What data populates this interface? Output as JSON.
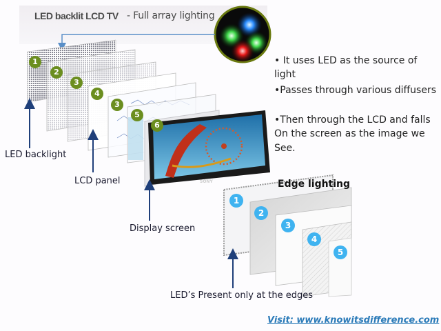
{
  "header": {
    "title": "LED backlit LCD TV",
    "subtitle": "- Full array lighting"
  },
  "bullets": [
    "• It uses LED as the source of light",
    "•Passes through various diffusers",
    "•Then through the LCD and falls",
    "On the screen as the image we",
    "See."
  ],
  "full_array": {
    "layer_numbers": [
      "1",
      "2",
      "3",
      "4",
      "3",
      "5",
      "6"
    ],
    "labels": {
      "led_backlight": "LED backlight",
      "lcd_panel": "LCD panel",
      "display_screen": "Display screen"
    },
    "tv_brand": "SONY"
  },
  "edge": {
    "title": "Edge lighting",
    "layer_numbers": [
      "1",
      "2",
      "3",
      "4",
      "5"
    ],
    "label": "LED’s Present only at the edges"
  },
  "footer": {
    "link": "Visit: www.knowitsdifference.com"
  },
  "colors": {
    "arrow": "#1f3f7a",
    "green_badge": "#6b8e1f",
    "blue_badge": "#3fb3f0",
    "link": "#2a7ab8"
  }
}
